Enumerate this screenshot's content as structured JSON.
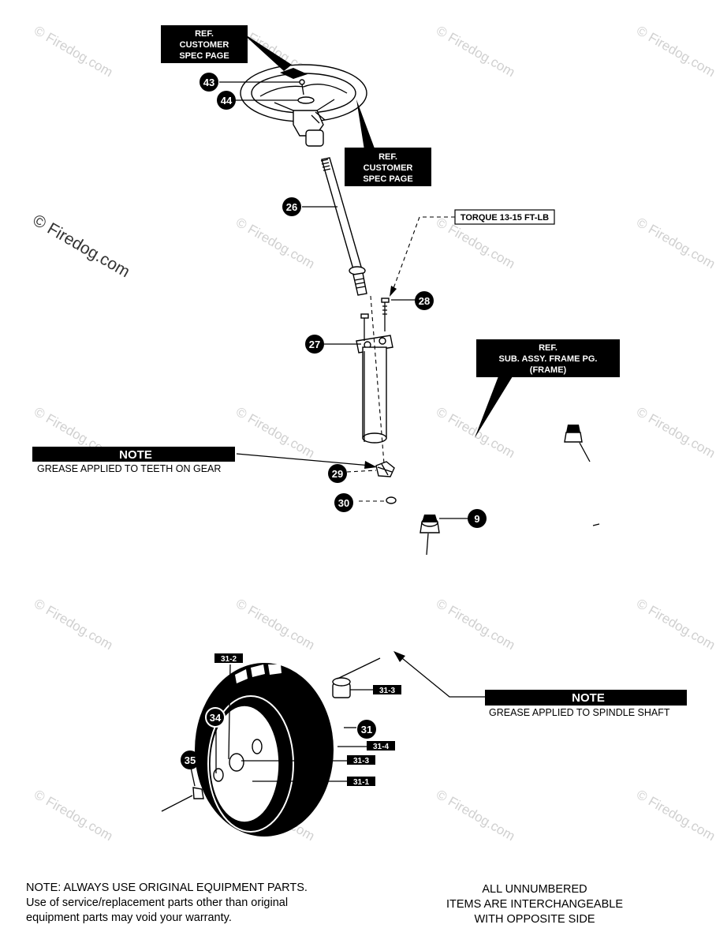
{
  "watermark": "© Firedog.com",
  "ref_boxes": {
    "steering_wheel_top": [
      "REF.",
      "CUSTOMER",
      "SPEC PAGE"
    ],
    "steering_wheel_right": [
      "REF.",
      "CUSTOMER",
      "SPEC PAGE"
    ],
    "frame": [
      "REF.",
      "SUB. ASSY. FRAME PG.",
      "(FRAME)"
    ]
  },
  "torque_label": "TORQUE 13-15 FT-LB",
  "callouts": {
    "c43": "43",
    "c44": "44",
    "c26": "26",
    "c28": "28",
    "c27": "27",
    "c29": "29",
    "c30": "30",
    "c9": "9",
    "c31": "31",
    "c34": "34",
    "c35": "35"
  },
  "tags": {
    "t31_2": "31-2",
    "t31_3a": "31-3",
    "t31_4": "31-4",
    "t31_3b": "31-3",
    "t31_1": "31-1"
  },
  "notes": {
    "gear": {
      "heading": "NOTE",
      "text": "GREASE APPLIED TO TEETH ON GEAR"
    },
    "spindle": {
      "heading": "NOTE",
      "text": "GREASE APPLIED TO SPINDLE SHAFT"
    }
  },
  "footer": {
    "left": [
      "NOTE: ALWAYS USE ORIGINAL EQUIPMENT PARTS.",
      "Use of service/replacement parts other than original",
      "equipment parts may void your warranty."
    ],
    "right": [
      "ALL UNNUMBERED",
      "ITEMS ARE INTERCHANGEABLE",
      "WITH OPPOSITE SIDE"
    ]
  }
}
